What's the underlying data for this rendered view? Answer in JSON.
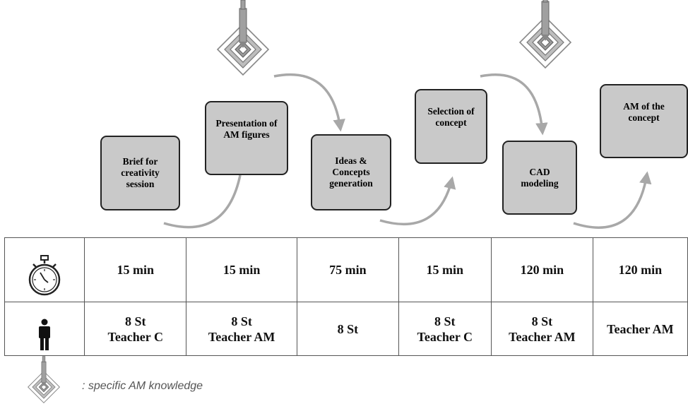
{
  "steps": [
    {
      "label": "Brief for\ncreativity\nsession",
      "am": false
    },
    {
      "label": "Presentation of\nAM figures",
      "am": true
    },
    {
      "label": "Ideas &\nConcepts\ngeneration",
      "am": false
    },
    {
      "label": "Selection of\nconcept",
      "am": false
    },
    {
      "label": "CAD\nmodeling",
      "am": true
    },
    {
      "label": "AM of the\nconcept",
      "am": false
    }
  ],
  "table": {
    "row_icons": [
      "stopwatch-icon",
      "person-icon"
    ],
    "durations": [
      "15 min",
      "15 min",
      "75 min",
      "15 min",
      "120 min",
      "120 min"
    ],
    "participants": [
      "8 St\nTeacher C",
      "8 St\nTeacher AM",
      "8 St",
      "8 St\nTeacher C",
      "8 St\nTeacher AM",
      "Teacher AM"
    ]
  },
  "legend": {
    "icon": "am-printer-icon",
    "text": ": specific AM knowledge"
  },
  "colors": {
    "box_fill": "#c9c9c9",
    "box_border": "#222222",
    "arrow": "#a8a8a8",
    "icon_stroke": "#888888",
    "icon_fill": "#a0a0a0"
  }
}
